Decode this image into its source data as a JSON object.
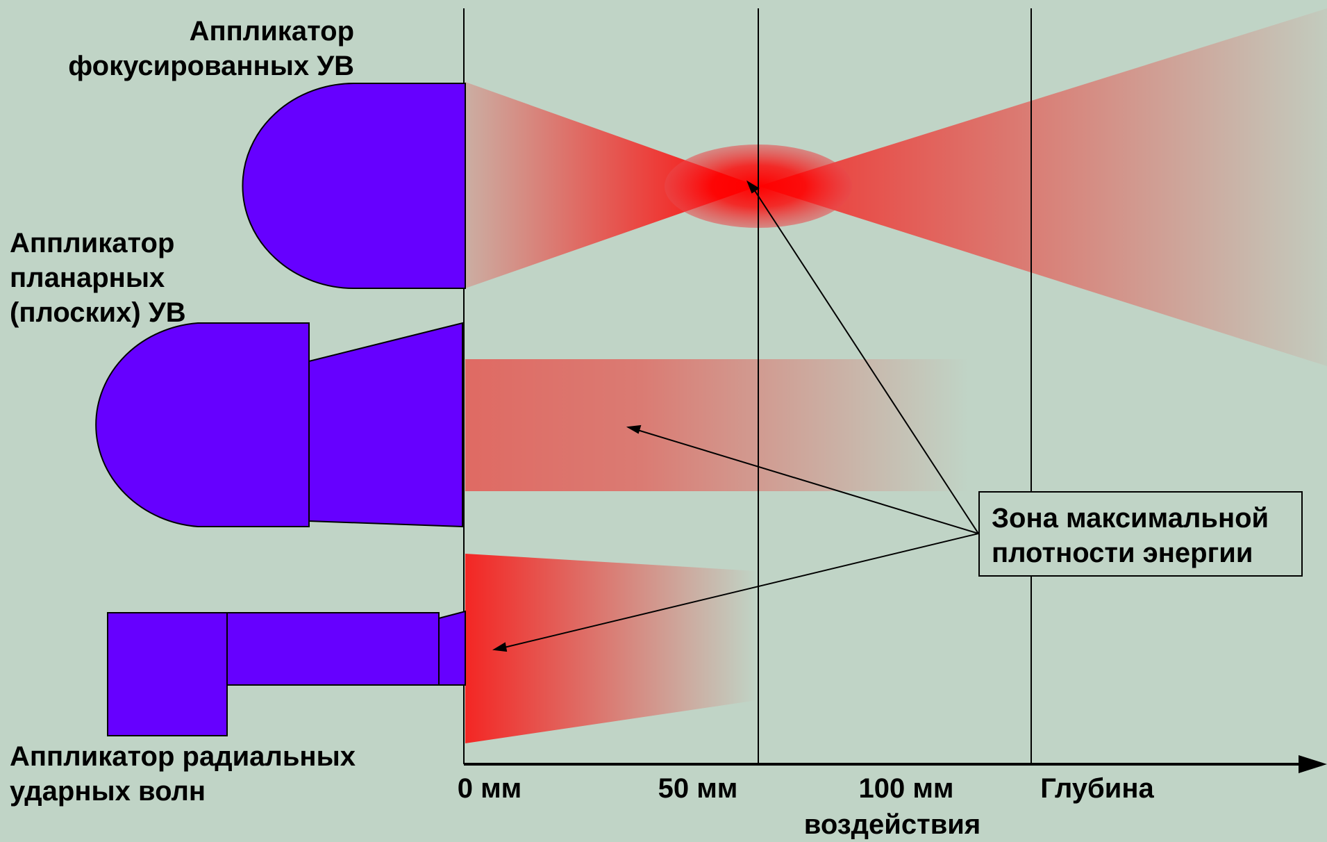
{
  "applicators": {
    "focused": {
      "label": "Аппликатор\nфокусированных УВ"
    },
    "planar": {
      "label": "Аппликатор\nпланарных\n(плоских) УВ"
    },
    "radial": {
      "label": "Аппликатор радиальных\nударных волн"
    }
  },
  "callout": {
    "text": "Зона максимальной\nплотности энергии"
  },
  "depth_axis": {
    "ticks": [
      "0 мм",
      "50 мм",
      "100 мм"
    ],
    "title_line1": "Глубина",
    "title_line2": "воздействия"
  },
  "colors": {
    "background": "#c0d4c6",
    "applicator": "#6600ff",
    "energy": "#ff0000",
    "lines": "#000000"
  }
}
